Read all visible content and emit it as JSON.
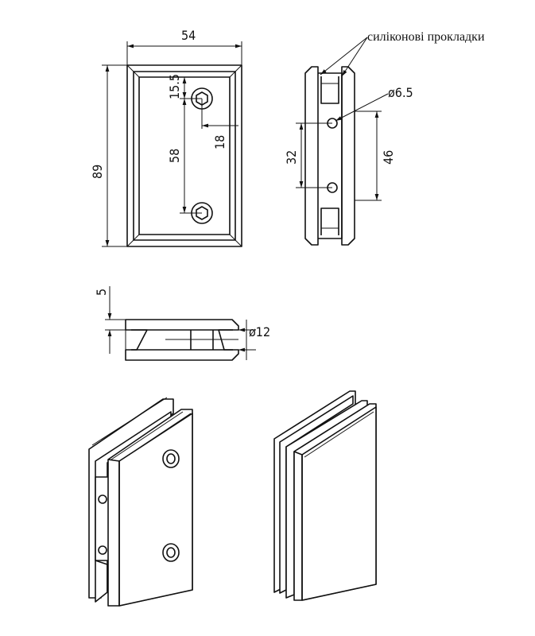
{
  "front_view": {
    "width_dim": "54",
    "height_dim": "89",
    "top_offset_dim": "15.5",
    "hole_spacing_dim": "58",
    "hole_offset_dim": "18"
  },
  "side_view": {
    "gasket_label": "силіконові прокладки",
    "hole_diameter_dim": "ø6.5",
    "inner_spacing_dim": "32",
    "outer_spacing_dim": "46"
  },
  "top_view": {
    "thickness_dim": "5",
    "pin_diameter_dim": "ø12"
  }
}
